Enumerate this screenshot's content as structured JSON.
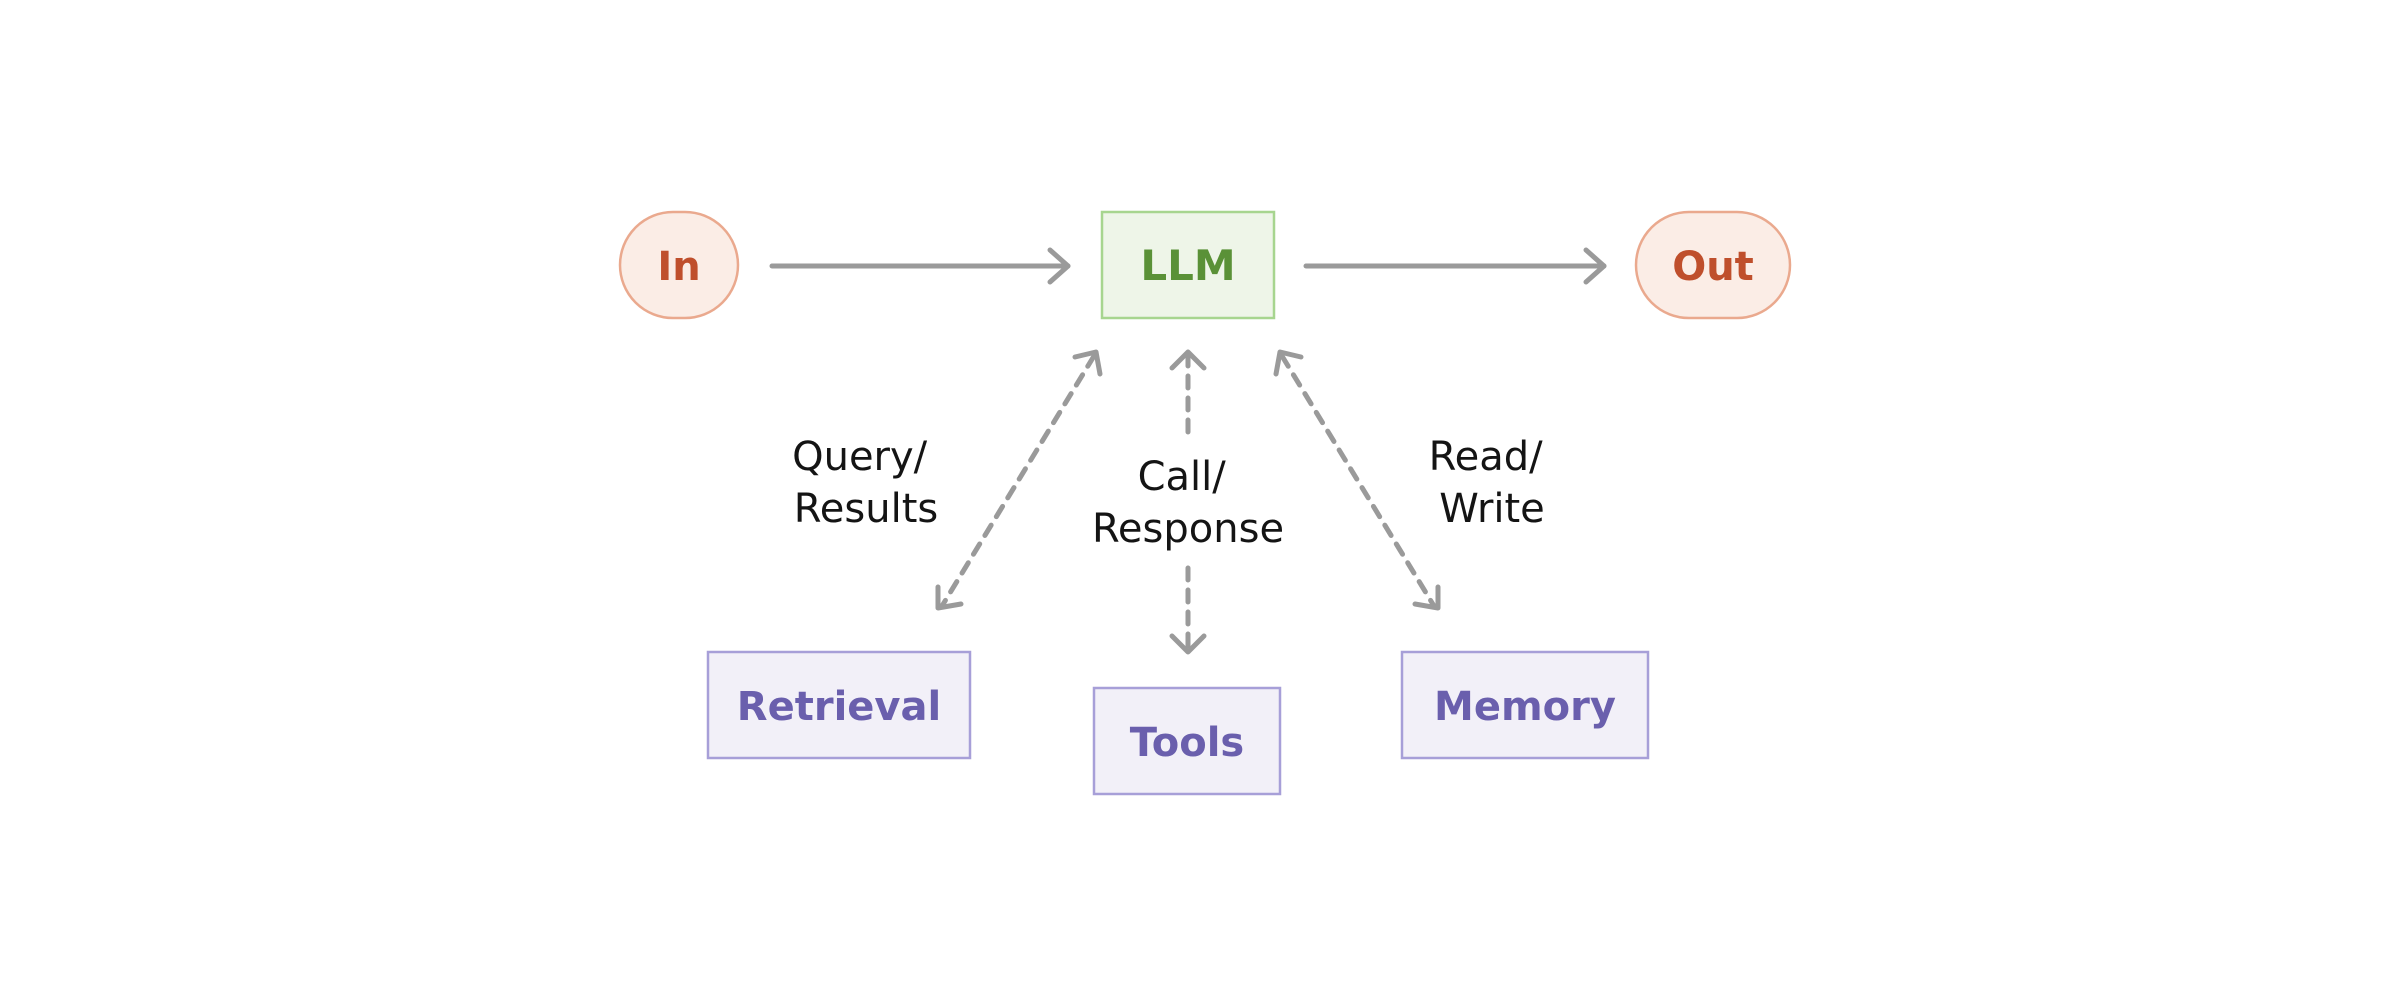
{
  "colors": {
    "io_fill": "#fbede6",
    "io_stroke": "#eaa98e",
    "io_text": "#bf4f2c",
    "llm_fill": "#eef5e8",
    "llm_stroke": "#a7d58f",
    "llm_text": "#5a9137",
    "tool_fill": "#f2f0f8",
    "tool_stroke": "#a79fd8",
    "tool_text": "#6a5fad",
    "arrow": "#9a9a9a",
    "label_text": "#141414",
    "background": "#ffffff"
  },
  "nodes": {
    "input": {
      "label": "In",
      "shape": "pill"
    },
    "llm": {
      "label": "LLM",
      "shape": "box"
    },
    "output": {
      "label": "Out",
      "shape": "pill"
    },
    "retrieval": {
      "label": "Retrieval",
      "shape": "box"
    },
    "tools": {
      "label": "Tools",
      "shape": "box"
    },
    "memory": {
      "label": "Memory",
      "shape": "box"
    }
  },
  "edges": {
    "in_to_llm": {
      "from": "In",
      "to": "LLM",
      "style": "solid"
    },
    "llm_to_out": {
      "from": "LLM",
      "to": "Out",
      "style": "solid"
    },
    "llm_retrieval": {
      "from": "LLM",
      "to": "Retrieval",
      "style": "dashed",
      "bidirectional": true,
      "label_line1": "Query/",
      "label_line2": "Results"
    },
    "llm_tools": {
      "from": "LLM",
      "to": "Tools",
      "style": "dashed",
      "bidirectional": true,
      "label_line1": "Call/",
      "label_line2": "Response"
    },
    "llm_memory": {
      "from": "LLM",
      "to": "Memory",
      "style": "dashed",
      "bidirectional": true,
      "label_line1": "Read/",
      "label_line2": "Write"
    }
  }
}
